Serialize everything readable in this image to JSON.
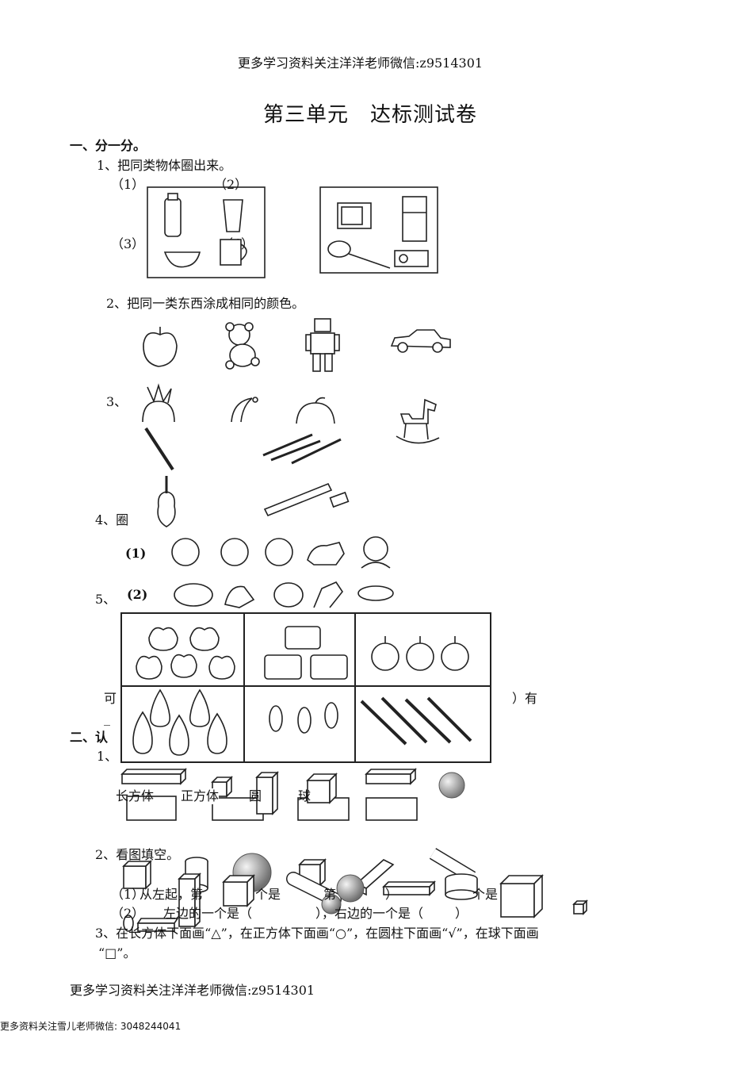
{
  "header": {
    "text": "更多学习资料关注洋洋老师微信:z9514301"
  },
  "title": "第三单元　达标测试卷",
  "section1": {
    "heading": "一、分一分。",
    "q1": "1、把同类物体圈出来。",
    "sub1": "（1）",
    "sub2": "（2）",
    "sub3": "（3）",
    "sub4": "（4）",
    "q2": "2、把同一类东西涂成相同的颜色。",
    "q3": "3、",
    "q4": "4、圈",
    "row1": "(1)",
    "row2": "(2)",
    "q5": "5、",
    "ke": "可",
    "you": "）有",
    "dash": "_"
  },
  "section2": {
    "heading": "二、认",
    "q1": "1、",
    "labels": [
      "长方体",
      "正方体",
      "圆",
      "球"
    ],
    "q2": "2、看图填空。",
    "fill1_a": "（1）",
    "fill1_b": "从左起，第",
    "fill1_c": "个是",
    "fill1_d": "第",
    "fill1_e": "）",
    "fill1_f": "个是",
    "fill2_a": "（2）",
    "fill2_b": "左边的一个是（",
    "fill2_c": "），右边的一个是（",
    "fill2_d": "）",
    "q3_line1": "3、在长方体下面画“△”，在正方体下面画“○”，在圆柱下面画“√”，在球下面画",
    "q3_line2": "“□”。"
  },
  "footer": {
    "text": "更多学习资料关注洋洋老师微信:z9514301",
    "small": "更多资料关注雪儿老师微信: 3048244041"
  }
}
